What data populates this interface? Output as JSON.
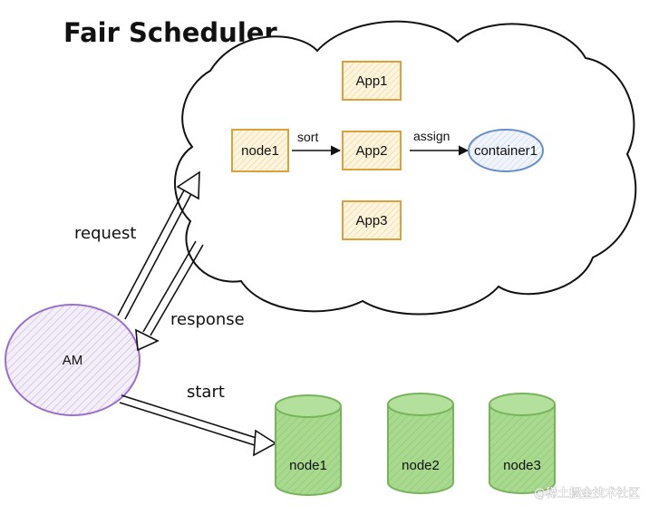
{
  "title": "Fair Scheduler",
  "scheduler": {
    "source_node": "node1",
    "apps": [
      "App1",
      "App2",
      "App3"
    ],
    "sort_label": "sort",
    "assign_label": "assign",
    "container": "container1"
  },
  "am": {
    "label": "AM"
  },
  "edges": {
    "request": "request",
    "response": "response",
    "start": "start"
  },
  "nodes": [
    "node1",
    "node2",
    "node3"
  ],
  "watermark": "@稀土掘金技术社区",
  "colors": {
    "app_border": "#d9a23c",
    "app_fill": "#fbefcf",
    "container_border": "#6a8fc6",
    "container_fill": "#e7eef8",
    "am_border": "#9a70c9",
    "am_fill": "#eae2f2",
    "node_fill": "#a5d78b",
    "node_stroke": "#77b55a"
  }
}
